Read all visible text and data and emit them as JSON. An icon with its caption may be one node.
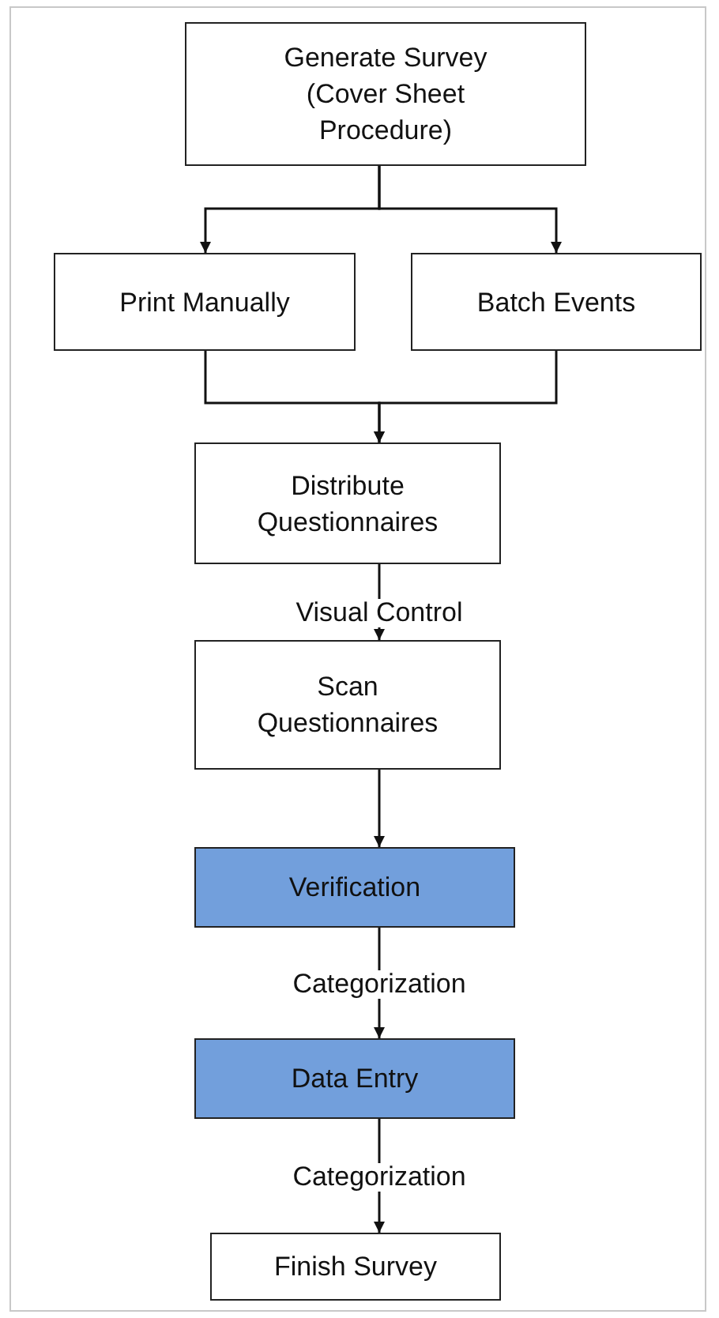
{
  "diagram": {
    "nodes": [
      {
        "text": [
          "Generate Survey (Cover Sheet Procedure)"
        ]
      },
      {
        "text": [
          "Print Manually"
        ]
      },
      {
        "text": [
          "Batch Events"
        ]
      },
      {
        "text": [
          "Distribute Questionnaires"
        ]
      },
      {
        "text": [
          "Scan Questionnaires"
        ]
      },
      {
        "text": [
          "Verification"
        ]
      },
      {
        "text": [
          "Data Entry"
        ]
      },
      {
        "text": [
          "Finish Survey"
        ]
      }
    ],
    "edges": [
      {
        "from": 0,
        "to": 1,
        "arrow": "to"
      },
      {
        "from": 0,
        "to": 2,
        "arrow": "to"
      },
      {
        "from": 1,
        "to": 3,
        "arrow": "to"
      },
      {
        "from": 2,
        "to": 3,
        "arrow": "to"
      },
      {
        "from": 3,
        "to": 4,
        "arrow": "to",
        "label": "Visual Control"
      },
      {
        "from": 4,
        "to": 5,
        "arrow": "to"
      },
      {
        "from": 5,
        "to": 6,
        "arrow": "to",
        "label": "Categorization"
      },
      {
        "from": 6,
        "to": 7,
        "arrow": "to",
        "label": "Categorization"
      }
    ]
  }
}
